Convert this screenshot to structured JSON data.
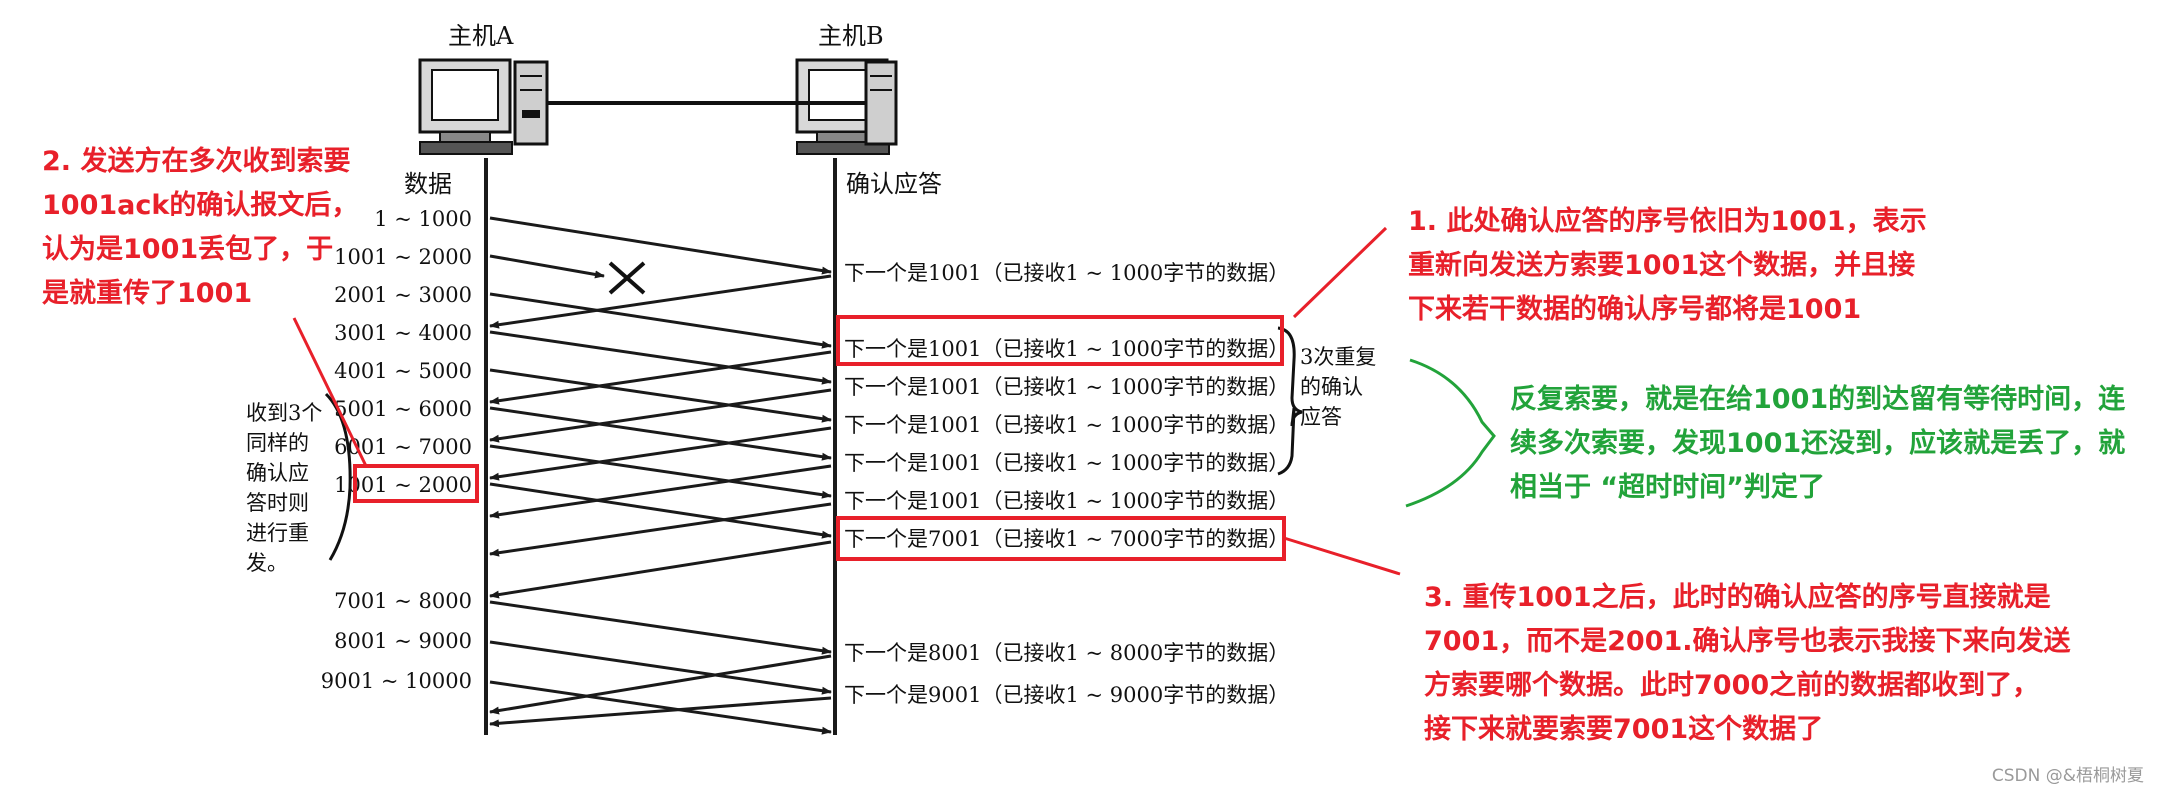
{
  "hosts": {
    "a": "主机A",
    "b": "主机B"
  },
  "columns": {
    "data": "数据",
    "ack": "确认应答"
  },
  "segments": [
    "1 ~ 1000",
    "1001 ~ 2000",
    "2001 ~ 3000",
    "3001 ~ 4000",
    "4001 ~ 5000",
    "5001 ~ 6000",
    "6001 ~ 7000",
    "1001 ~ 2000",
    "7001 ~ 8000",
    "8001 ~ 9000",
    "9001 ~ 10000"
  ],
  "acks": [
    "下一个是1001（已接收1 ~ 1000字节的数据）",
    "下一个是1001（已接收1 ~ 1000字节的数据）",
    "下一个是1001（已接收1 ~ 1000字节的数据）",
    "下一个是1001（已接收1 ~ 1000字节的数据）",
    "下一个是1001（已接收1 ~ 1000字节的数据）",
    "下一个是1001（已接收1 ~ 1000字节的数据）",
    "下一个是7001（已接收1 ~ 7000字节的数据）",
    "下一个是8001（已接收1 ~ 8000字节的数据）",
    "下一个是9001（已接收1 ~ 9000字节的数据）"
  ],
  "dup_label": [
    "3次重复",
    "的确认",
    "应答"
  ],
  "left_label": [
    "收到3个",
    "同样的",
    "确认应",
    "答时则",
    "进行重",
    "发。"
  ],
  "notes": {
    "note2": [
      "2. 发送方在多次收到索要",
      "1001ack的确认报文后，",
      "认为是1001丢包了，于",
      "是就重传了1001"
    ],
    "note1": [
      "1. 此处确认应答的序号依旧为1001，表示",
      "重新向发送方索要1001这个数据，并且接",
      "下来若干数据的确认序号都将是1001"
    ],
    "green": [
      "反复索要，就是在给1001的到达留有等待时间，连",
      "续多次索要，发现1001还没到，应该就是丢了，就",
      "相当于 “超时时间”判定了"
    ],
    "note3": [
      "3. 重传1001之后，此时的确认应答的序号直接就是",
      "7001，而不是2001.确认序号也表示我接下来向发送",
      "方索要哪个数据。此时7000之前的数据都收到了，",
      "接下来就要索要7001这个数据了"
    ]
  },
  "watermark": "CSDN @&梧桐树夏",
  "colors": {
    "annotation_red": "#e8202a",
    "annotation_green": "#22a33a",
    "line": "#1a1a1a"
  }
}
